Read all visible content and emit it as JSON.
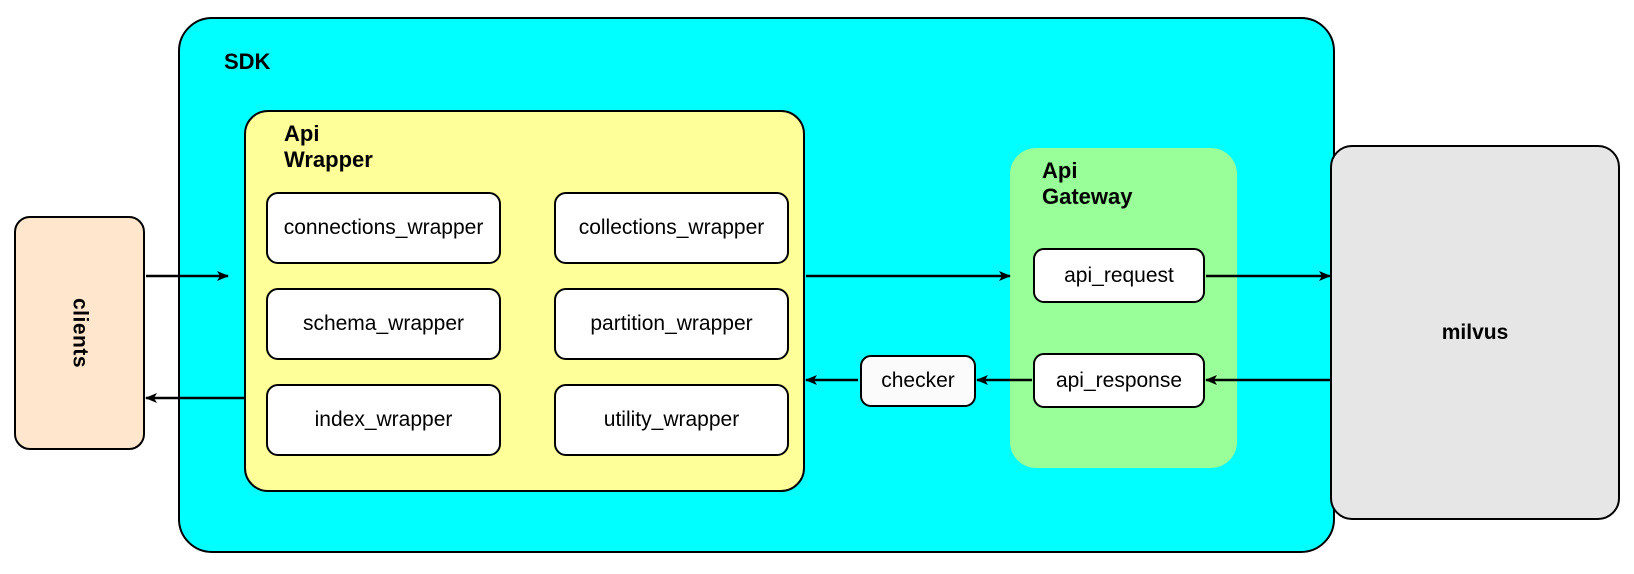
{
  "diagram": {
    "title_nodes": {
      "clients": "clients",
      "sdk": "SDK",
      "api_wrapper": "Api\nWrapper",
      "api_gateway": "Api\nGateway",
      "milvus": "milvus",
      "checker": "checker"
    },
    "colors": {
      "clients_fill": "#FFE6CC",
      "sdk_fill": "#00FFFF",
      "api_wrapper_fill": "#FFFF99",
      "api_gateway_fill": "#99FF99",
      "milvus_fill": "#E6E6E6",
      "box_fill": "#FFFFFF",
      "stroke": "#000000"
    },
    "api_wrapper_boxes": [
      {
        "label": "connections_wrapper",
        "column": "left",
        "row": 1
      },
      {
        "label": "collections_wrapper",
        "column": "right",
        "row": 1
      },
      {
        "label": "schema_wrapper",
        "column": "left",
        "row": 2
      },
      {
        "label": "partition_wrapper",
        "column": "right",
        "row": 2
      },
      {
        "label": "index_wrapper",
        "column": "left",
        "row": 3
      },
      {
        "label": "utility_wrapper",
        "column": "right",
        "row": 3
      }
    ],
    "api_gateway_boxes": [
      {
        "label": "api_request"
      },
      {
        "label": "api_response"
      }
    ],
    "edges": [
      {
        "from": "clients",
        "to": "sdk",
        "direction": "right"
      },
      {
        "from": "api_wrapper",
        "to": "api_gateway",
        "direction": "right"
      },
      {
        "from": "api_request",
        "to": "milvus",
        "direction": "right"
      },
      {
        "from": "milvus",
        "to": "api_response",
        "direction": "left"
      },
      {
        "from": "api_response",
        "to": "checker",
        "direction": "left"
      },
      {
        "from": "checker",
        "to": "api_wrapper",
        "direction": "left"
      },
      {
        "from": "sdk",
        "to": "clients",
        "direction": "left"
      }
    ]
  }
}
